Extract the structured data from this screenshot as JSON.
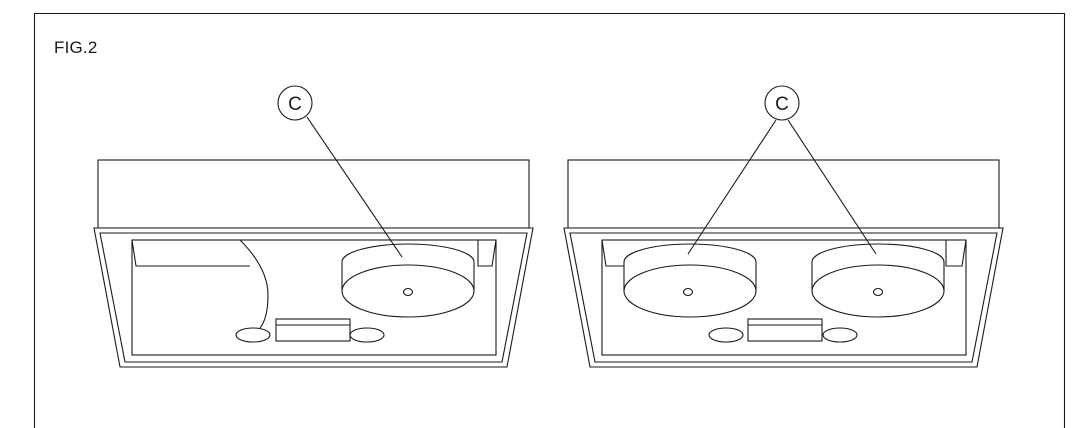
{
  "figure": {
    "label": "FIG.2"
  },
  "callouts": {
    "left": "C",
    "right": "C"
  },
  "colors": {
    "line": "#1a1a1a",
    "background": "#ffffff"
  }
}
